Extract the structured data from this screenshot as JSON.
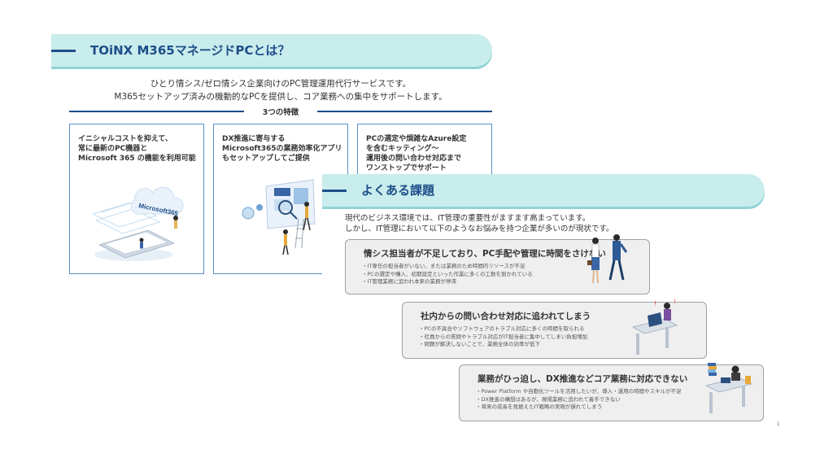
{
  "section1": {
    "title": "TOiNX M365マネージドPCとは？",
    "intro_lines": [
      "ひとり情シス/ゼロ情シス企業向けのPC管理運用代行サービスです。",
      "M365セットアップ済みの機動的なPCを提供し、コア業務への集中をサポートします。"
    ],
    "features_label": "3つの特徴",
    "cards": [
      {
        "lines": [
          "イニシャルコストを抑えて、",
          "常に最新のPC機器と",
          "Microsoft 365 の機能を利用可能"
        ],
        "cloud_text": "Microsoft365"
      },
      {
        "lines": [
          "DX推進に寄与する",
          "Microsoft365の業務効率化アプリ",
          "もセットアップしてご提供"
        ]
      },
      {
        "lines": [
          "PCの選定や煩雑なAzure設定",
          "を含むキッティング～",
          "運用後の問い合わせ対応まで",
          "ワンストップでサポート"
        ]
      }
    ]
  },
  "section2": {
    "title": "よくある課題",
    "intro_lines": [
      "現代のビジネス環境では、IT管理の重要性がますます高まっています。",
      "しかし、IT管理において以下のようなお悩みを持つ企業が多いのが現状です。"
    ],
    "issues": [
      {
        "heading": "情シス担当者が不足しており、PC手配や管理に時間をさけない",
        "bullets": [
          "IT専任の担当者がいない、または業務のため時間的リソースが不足",
          "PCの選定や購入、初期設定といった作業に多くの工数を割かれている",
          "IT管理業務に追われ本来の業務が停滞"
        ]
      },
      {
        "heading": "社内からの問い合わせ対応に追われてしまう",
        "bullets": [
          "PCの不具合やソフトウェアのトラブル対応に多くの時間を取られる",
          "社員からの質問やトラブル対応がIT担当者に集中してしまい負担増加",
          "問題が解決しないことで、業務全体の効率が低下"
        ]
      },
      {
        "heading": "業務がひっ迫し、DX推進などコア業務に対応できない",
        "bullets": [
          "Power Platform や自動化ツールを活用したいが、導入・運用の時間やスキルが不足",
          "DX推進の構想はあるが、現場業務に追われて着手できない",
          "将来の成長を見据えたIT戦略の実現が遅れてしまう"
        ]
      }
    ]
  },
  "page_number": "3",
  "colors": {
    "navy": "#1d4e89",
    "teal_banner": "#c9ecec",
    "card_border": "#5b8fc9",
    "issue_bg": "#efeff0"
  }
}
